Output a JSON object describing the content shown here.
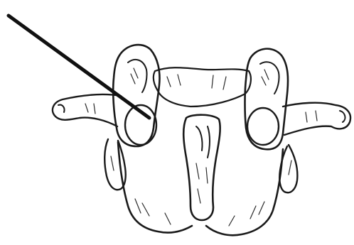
{
  "figure": {
    "subject": "vertebra-line-drawing",
    "style": "black ink line art on white",
    "colors": {
      "background": "#ffffff",
      "ink": "#1a1a1a",
      "pointer": "#111111"
    },
    "elements": [
      "pointer-line",
      "left-articular-facet",
      "right-articular-facet",
      "left-transverse-process",
      "right-transverse-process",
      "spinous-process",
      "vertebral-body"
    ]
  }
}
